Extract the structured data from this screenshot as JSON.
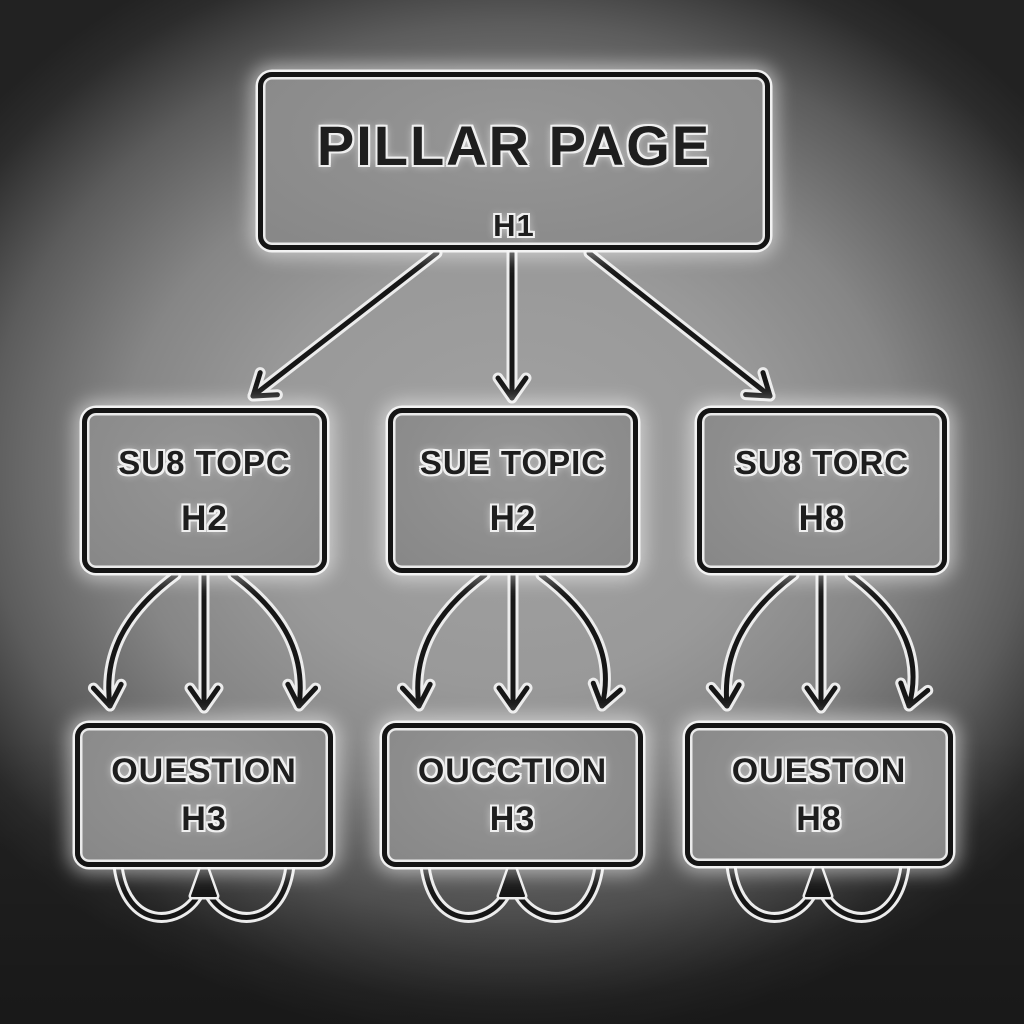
{
  "diagram": {
    "pillar": {
      "title": "PILLAR PAGE",
      "tag": "H1"
    },
    "subtopics": [
      {
        "title": "SU8 TOPC",
        "tag": "H2"
      },
      {
        "title": "SUE TOPIC",
        "tag": "H2"
      },
      {
        "title": "SU8 TORC",
        "tag": "H8"
      }
    ],
    "questions": [
      {
        "title": "OUESTION",
        "tag": "H3"
      },
      {
        "title": "OUCCTION",
        "tag": "H3"
      },
      {
        "title": "OUESTON",
        "tag": "H8"
      }
    ],
    "colors": {
      "line": "#161616",
      "halo": "#ececec",
      "node_border": "#141414",
      "text": "#1e1e1e",
      "background_center": "#a2a2a2",
      "background_edge": "#222222"
    }
  }
}
